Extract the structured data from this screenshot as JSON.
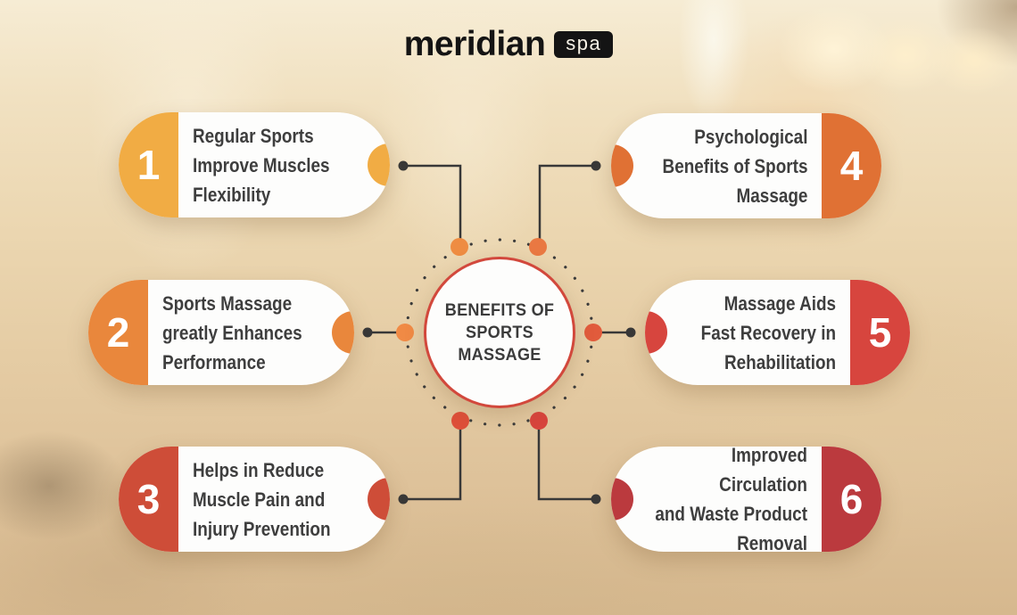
{
  "logo": {
    "brand": "meridian",
    "badge": "spa"
  },
  "center": {
    "title_lines": [
      "BENEFITS OF",
      "SPORTS MASSAGE"
    ]
  },
  "items": [
    {
      "number": "1",
      "lines": [
        "Regular Sports",
        "Improve Muscles",
        "Flexibility"
      ],
      "color": "#F1AC44",
      "side": "left"
    },
    {
      "number": "2",
      "lines": [
        "Sports Massage",
        "greatly Enhances",
        "Performance"
      ],
      "color": "#E9873C",
      "side": "left"
    },
    {
      "number": "3",
      "lines": [
        "Helps in Reduce",
        "Muscle Pain and",
        "Injury Prevention"
      ],
      "color": "#CE4D38",
      "side": "left"
    },
    {
      "number": "4",
      "lines": [
        "Psychological",
        "Benefits of Sports",
        "Massage"
      ],
      "color": "#E07134",
      "side": "right"
    },
    {
      "number": "5",
      "lines": [
        "Massage Aids",
        "Fast Recovery in",
        "Rehabilitation"
      ],
      "color": "#D7453E",
      "side": "right"
    },
    {
      "number": "6",
      "lines": [
        "Improved Circulation",
        "and Waste Product",
        "Removal"
      ],
      "color": "#BB3A3E",
      "side": "right"
    }
  ],
  "colors": {
    "connector": "#383838",
    "dotted_ring": "#3B3B3B",
    "center_border": "#D2483C",
    "ring_dots": {
      "top_left": "#EE8C42",
      "top_right": "#E97842",
      "left": "#F08A45",
      "right": "#E15B3C",
      "bottom_left": "#DD4F39",
      "bottom_right": "#D7443C"
    }
  }
}
